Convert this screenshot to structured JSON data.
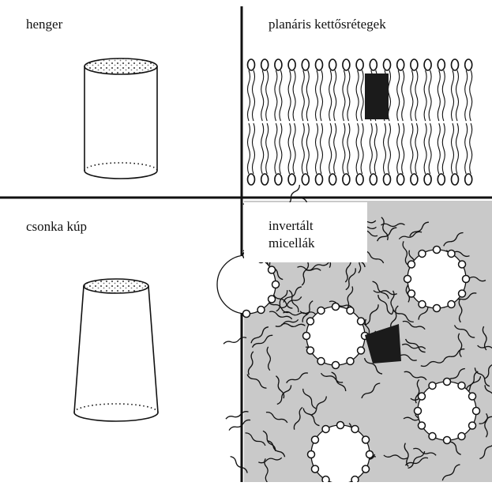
{
  "panels": {
    "top_left": {
      "label": "henger"
    },
    "top_right": {
      "label": "planáris kettősrétegek"
    },
    "bottom_left": {
      "label": "csonka kúp"
    },
    "bottom_right": {
      "label": "invertált\nmicellák"
    }
  },
  "colors": {
    "line": "#111111",
    "texture_bg": "#c9c9c9",
    "background": "#ffffff"
  }
}
